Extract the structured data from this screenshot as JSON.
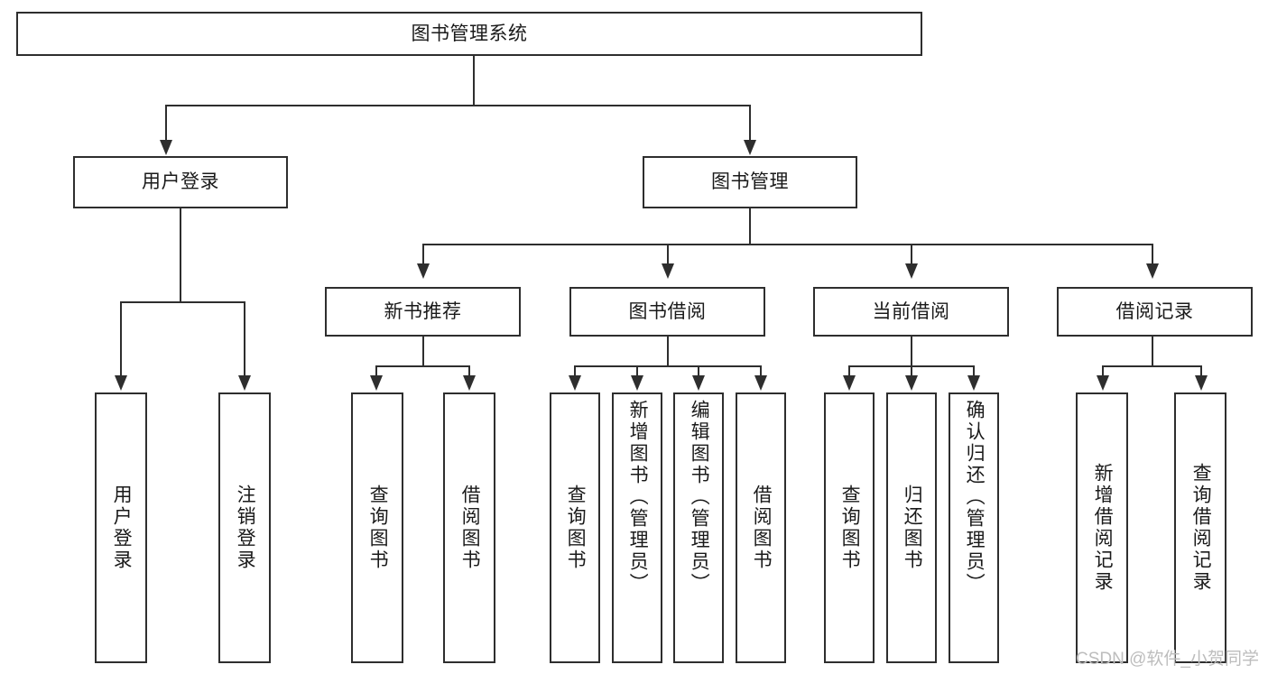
{
  "diagram": {
    "type": "tree-hierarchy",
    "title": "图书管理系统",
    "root": {
      "label": "图书管理系统"
    },
    "level1": [
      {
        "label": "用户登录"
      },
      {
        "label": "图书管理"
      }
    ],
    "level2": [
      {
        "label": "新书推荐"
      },
      {
        "label": "图书借阅"
      },
      {
        "label": "当前借阅"
      },
      {
        "label": "借阅记录"
      }
    ],
    "leaves": {
      "user_login": [
        {
          "label": "用户登录"
        },
        {
          "label": "注销登录"
        }
      ],
      "new_book_recommend": [
        {
          "label": "查询图书"
        },
        {
          "label": "借阅图书"
        }
      ],
      "book_borrow": [
        {
          "label": "查询图书"
        },
        {
          "label": "新增图书（管理员）"
        },
        {
          "label": "编辑图书（管理员）"
        },
        {
          "label": "借阅图书"
        }
      ],
      "current_borrow": [
        {
          "label": "查询图书"
        },
        {
          "label": "归还图书"
        },
        {
          "label": "确认归还（管理员）"
        }
      ],
      "borrow_record": [
        {
          "label": "新增借阅记录"
        },
        {
          "label": "查询借阅记录"
        }
      ]
    }
  },
  "watermark": {
    "text": "CSDN @软件_小贺同学"
  },
  "colors": {
    "stroke": "#2e2e2e",
    "background": "#ffffff",
    "text": "#1a1a1a",
    "watermark": "#bdbdbd"
  }
}
